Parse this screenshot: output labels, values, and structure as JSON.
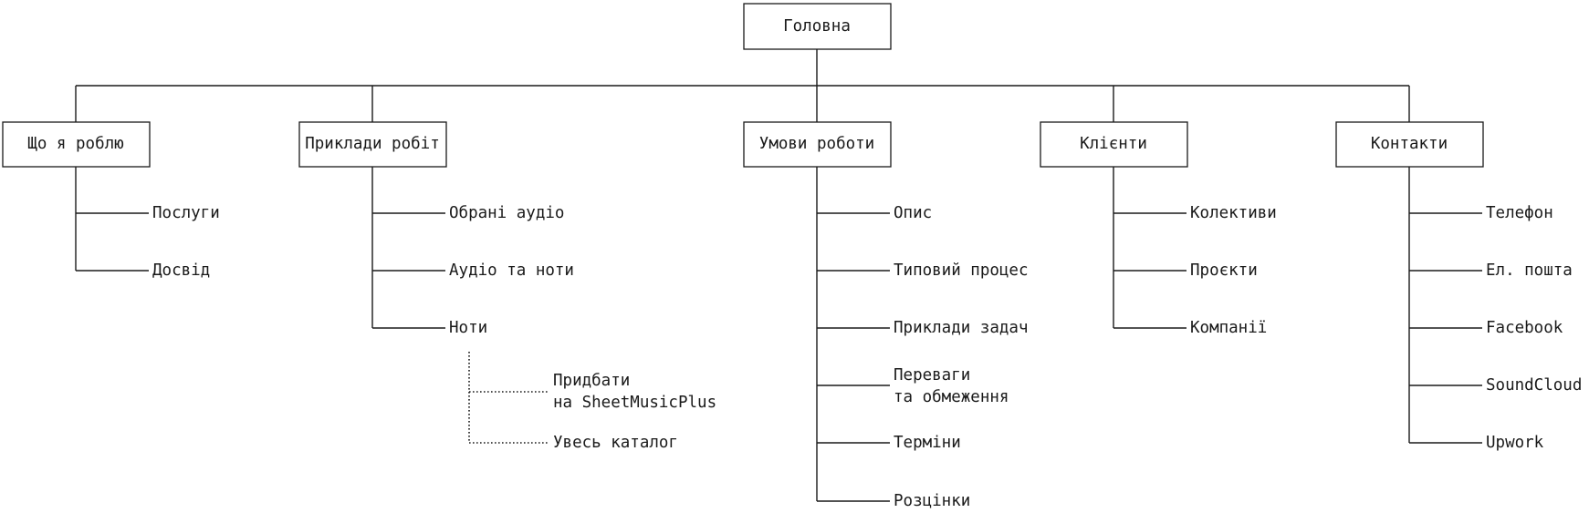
{
  "sitemap": {
    "root": {
      "label": "Головна"
    },
    "sections": [
      {
        "label": "Що я роблю",
        "items": [
          "Послуги",
          "Досвід"
        ]
      },
      {
        "label": "Приклади робіт",
        "items": [
          "Обрані аудіо",
          "Аудіо та ноти",
          "Ноти"
        ],
        "subitems": [
          {
            "lines": [
              "Придбати",
              "на SheetMusicPlus"
            ]
          },
          {
            "lines": [
              "Увесь каталог"
            ]
          }
        ]
      },
      {
        "label": "Умови роботи",
        "items": [
          "Опис",
          "Типовий процес",
          "Приклади задач",
          "Переваги\nта обмеження",
          "Терміни",
          "Розцінки"
        ]
      },
      {
        "label": "Клієнти",
        "items": [
          "Колективи",
          "Проєкти",
          "Компанії"
        ]
      },
      {
        "label": "Контакти",
        "items": [
          "Телефон",
          "Ел. пошта",
          "Facebook",
          "SoundCloud",
          "Upwork"
        ]
      }
    ]
  }
}
